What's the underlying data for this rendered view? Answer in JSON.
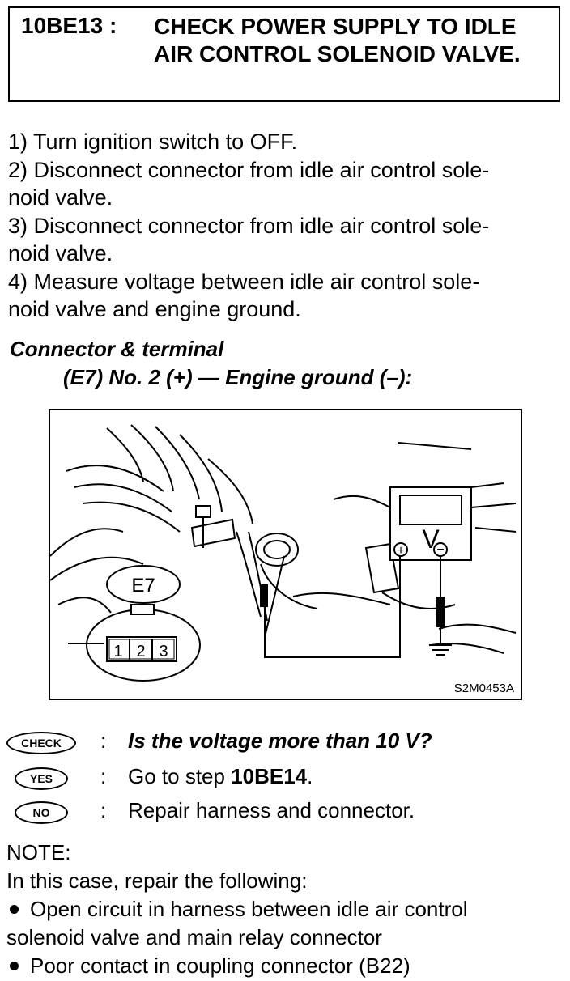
{
  "header": {
    "step_id": "10BE13 :",
    "title": "CHECK POWER SUPPLY TO IDLE AIR CONTROL SOLENOID VALVE."
  },
  "steps": [
    "1)  Turn ignition switch to OFF.",
    "2)  Disconnect connector from idle air control sole-\nnoid valve.",
    "3)  Disconnect connector from idle air control sole-\nnoid valve.",
    "4)  Measure voltage between idle air control sole-\nnoid valve and engine ground."
  ],
  "connector": {
    "heading": "Connector & terminal",
    "terminal": "(E7) No. 2 (+) — Engine ground (–):"
  },
  "figure": {
    "connector_label": "E7",
    "pins": [
      "1",
      "2",
      "3"
    ],
    "meter_label": "V",
    "plus_sign": "+",
    "minus_sign": "−",
    "code": "S2M0453A"
  },
  "qa": {
    "check": {
      "badge": "CHECK",
      "colon": ":",
      "text": "Is the voltage more than 10 V?"
    },
    "yes": {
      "badge": "YES",
      "colon": ":",
      "prefix": "Go to step ",
      "step": "10BE14",
      "suffix": "."
    },
    "no": {
      "badge": "NO",
      "colon": ":",
      "text": "Repair harness and connector."
    }
  },
  "note": {
    "label": "NOTE:",
    "intro": "In this case, repair the following:",
    "bullets": [
      "Open circuit in harness between idle air control\nsolenoid valve and main relay connector",
      "Poor contact in coupling connector (B22)"
    ]
  }
}
